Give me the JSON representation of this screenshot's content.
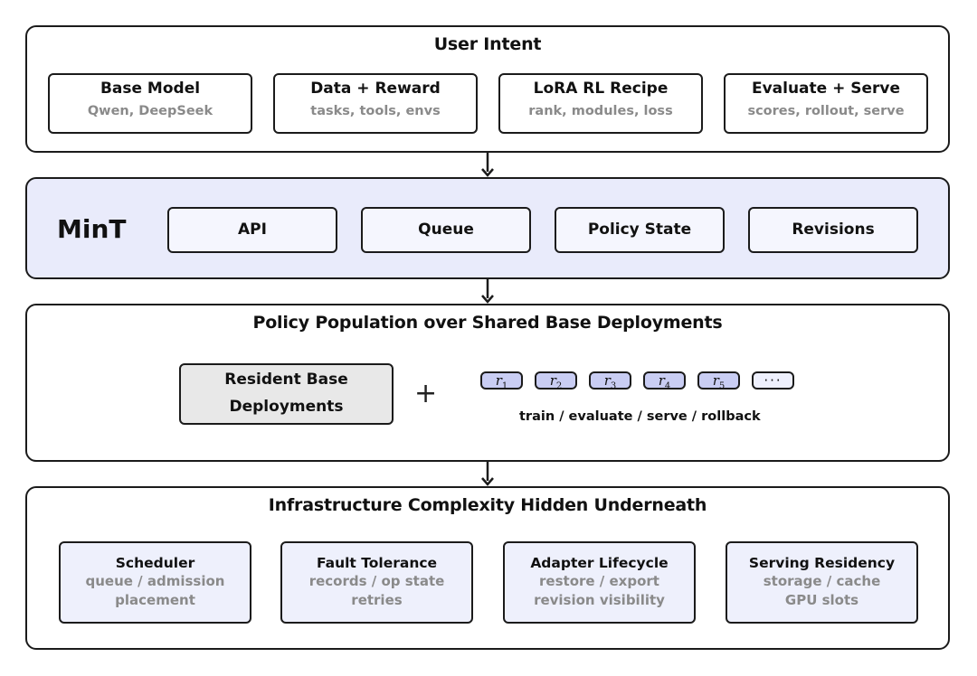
{
  "user_intent": {
    "title": "User Intent",
    "cards": [
      {
        "title": "Base Model",
        "subtitle": "Qwen, DeepSeek"
      },
      {
        "title": "Data + Reward",
        "subtitle": "tasks, tools, envs"
      },
      {
        "title": "LoRA RL Recipe",
        "subtitle": "rank, modules, loss"
      },
      {
        "title": "Evaluate + Serve",
        "subtitle": "scores, rollout, serve"
      }
    ]
  },
  "mint": {
    "label": "MinT",
    "items": [
      "API",
      "Queue",
      "Policy State",
      "Revisions"
    ]
  },
  "policy": {
    "title": "Policy Population over Shared Base Deployments",
    "base_line1": "Resident Base",
    "base_line2": "Deployments",
    "plus": "+",
    "revisions": [
      {
        "symbol": "r",
        "sub": "1"
      },
      {
        "symbol": "r",
        "sub": "2"
      },
      {
        "symbol": "r",
        "sub": "3"
      },
      {
        "symbol": "r",
        "sub": "4"
      },
      {
        "symbol": "r",
        "sub": "5"
      }
    ],
    "more": "···",
    "ops": "train / evaluate / serve / rollback"
  },
  "infra": {
    "title": "Infrastructure Complexity Hidden Underneath",
    "cards": [
      {
        "title": "Scheduler",
        "line1": "queue / admission",
        "line2": "placement"
      },
      {
        "title": "Fault Tolerance",
        "line1": "records / op state",
        "line2": "retries"
      },
      {
        "title": "Adapter Lifecycle",
        "line1": "restore / export",
        "line2": "revision visibility"
      },
      {
        "title": "Serving Residency",
        "line1": "storage / cache",
        "line2": "GPU slots"
      }
    ]
  },
  "colors": {
    "mint_fill": "#e9ebfb",
    "revision_fill": "#c9cdf3",
    "infra_fill": "#eef0fc",
    "base_fill": "#e8e8e8",
    "subtitle_gray": "#8a8a8a"
  }
}
